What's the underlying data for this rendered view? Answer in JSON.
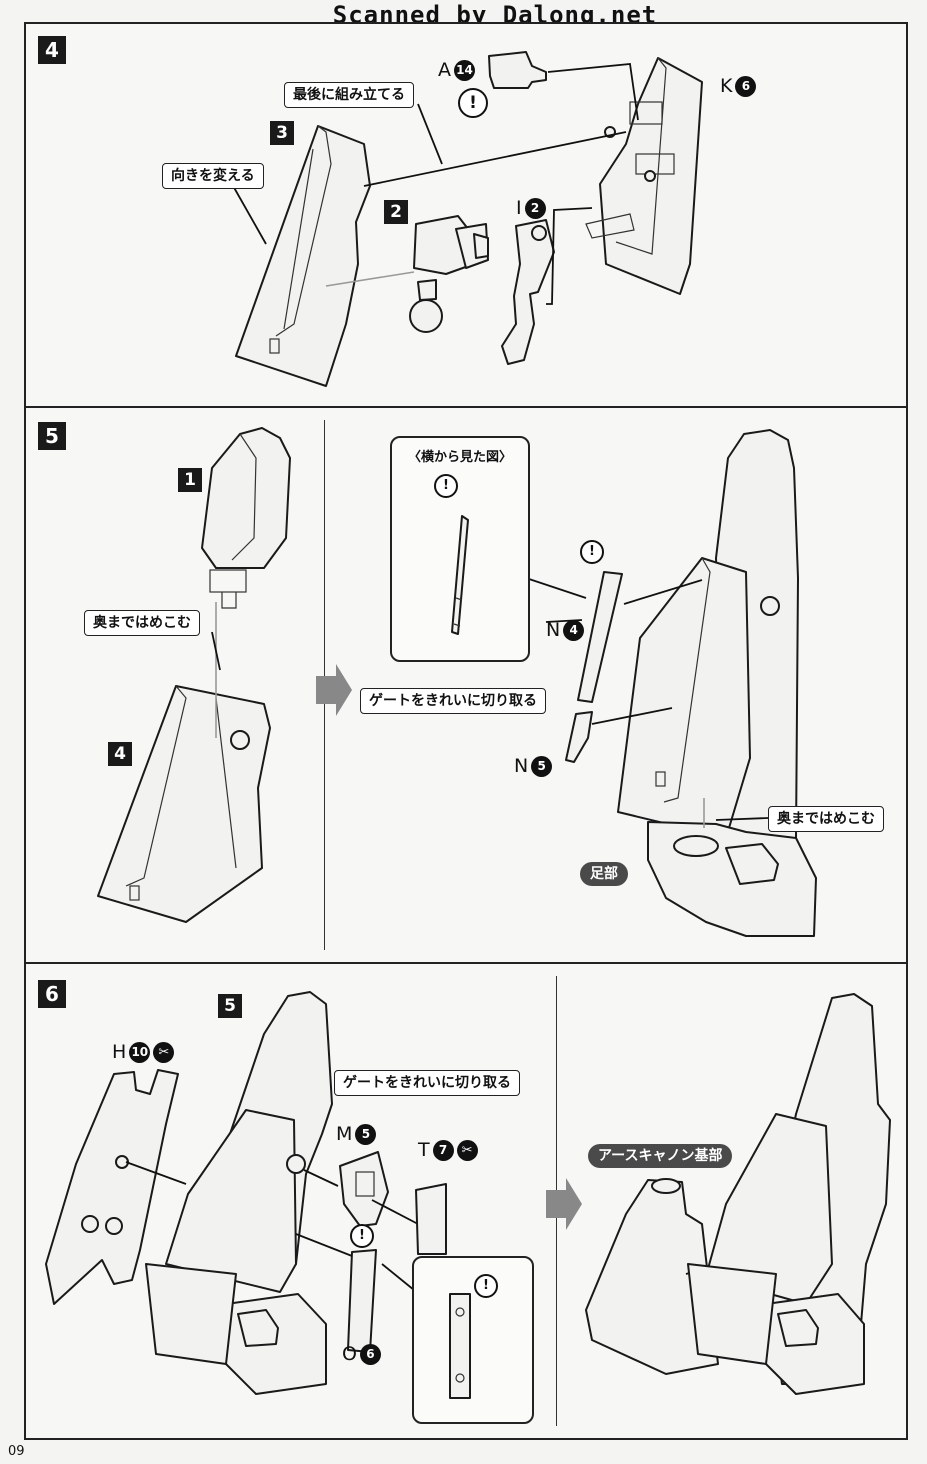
{
  "watermark": "Scanned by Dalong.net",
  "page_number": "09",
  "steps": {
    "s4": {
      "number": "4",
      "callout_assemble_last": "最後に組み立てる",
      "callout_change_direction": "向きを変える",
      "sub_3": "3",
      "sub_2": "2",
      "part_a": {
        "letter": "A",
        "num": "14"
      },
      "part_k": {
        "letter": "K",
        "num": "6"
      },
      "part_i": {
        "letter": "I",
        "num": "2"
      }
    },
    "s5": {
      "number": "5",
      "sub_1": "1",
      "sub_4": "4",
      "callout_push_left": "奥まではめこむ",
      "callout_side_view": "〈横から見た図〉",
      "callout_gate": "ゲートをきれいに切り取る",
      "callout_push_right": "奥まではめこむ",
      "badge_foot": "足部",
      "part_n4": {
        "letter": "N",
        "num": "4"
      },
      "part_n5": {
        "letter": "N",
        "num": "5"
      }
    },
    "s6": {
      "number": "6",
      "sub_5": "5",
      "callout_gate": "ゲートをきれいに切り取る",
      "badge_earth_cannon": "アースキャノン基部",
      "part_h": {
        "letter": "H",
        "num": "10"
      },
      "part_m": {
        "letter": "M",
        "num": "5"
      },
      "part_t": {
        "letter": "T",
        "num": "7"
      },
      "part_o": {
        "letter": "O",
        "num": "6"
      }
    }
  },
  "icons": {
    "warning": "!",
    "cut": "✂"
  }
}
